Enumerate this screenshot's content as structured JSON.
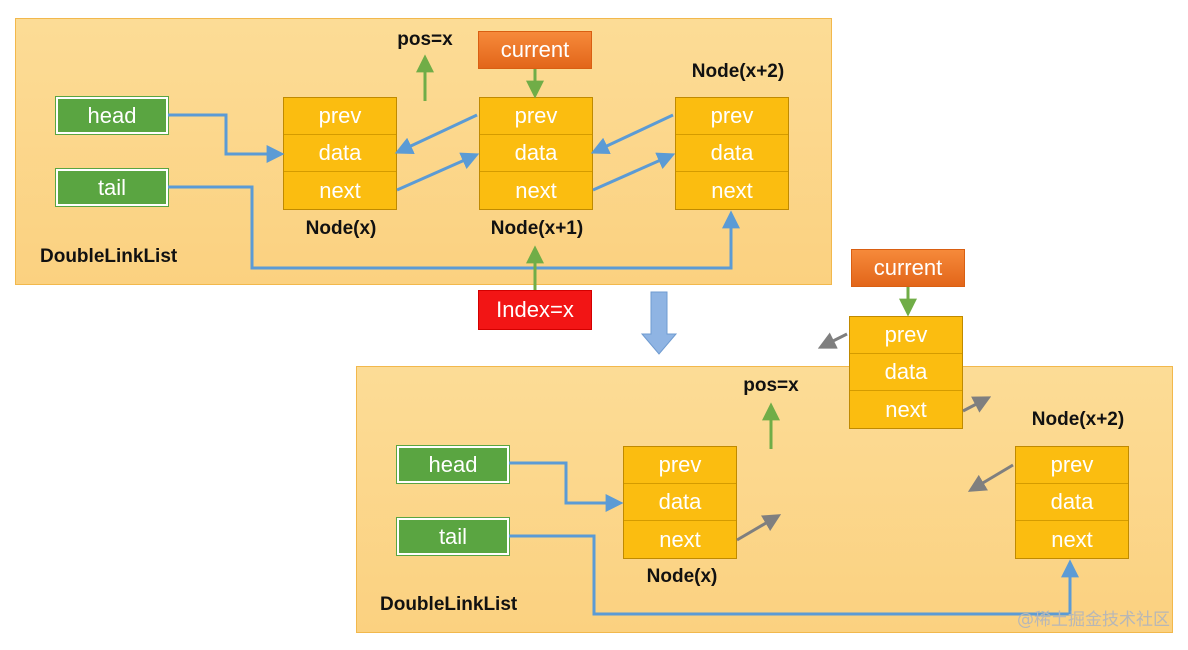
{
  "colors": {
    "panel": "#fbd180",
    "node": "#fbbd10",
    "pointer": "#5aa541",
    "current_tag": "#ef7a2a",
    "index_tag": "#f21515",
    "blue_link": "#5b9bd5",
    "green_arrow": "#70ad47",
    "gray_link": "#7f7f7f",
    "transition_arrow": "#8fb4e3"
  },
  "before": {
    "list_label": "DoubleLinkList",
    "head_label": "head",
    "tail_label": "tail",
    "pos_label": "pos=x",
    "current_label": "current",
    "index_label": "Index=x",
    "nodes": [
      {
        "caption": "Node(x)",
        "fields": [
          "prev",
          "data",
          "next"
        ]
      },
      {
        "caption": "Node(x+1)",
        "fields": [
          "prev",
          "data",
          "next"
        ]
      },
      {
        "caption": "Node(x+2)",
        "fields": [
          "prev",
          "data",
          "next"
        ]
      }
    ]
  },
  "after": {
    "list_label": "DoubleLinkList",
    "head_label": "head",
    "tail_label": "tail",
    "pos_label": "pos=x",
    "current_label": "current",
    "current_node": {
      "fields": [
        "prev",
        "data",
        "next"
      ]
    },
    "nodes": [
      {
        "caption": "Node(x)",
        "fields": [
          "prev",
          "data",
          "next"
        ]
      },
      {
        "caption": "Node(x+2)",
        "fields": [
          "prev",
          "data",
          "next"
        ]
      }
    ]
  },
  "watermark": "@稀土掘金技术社区"
}
